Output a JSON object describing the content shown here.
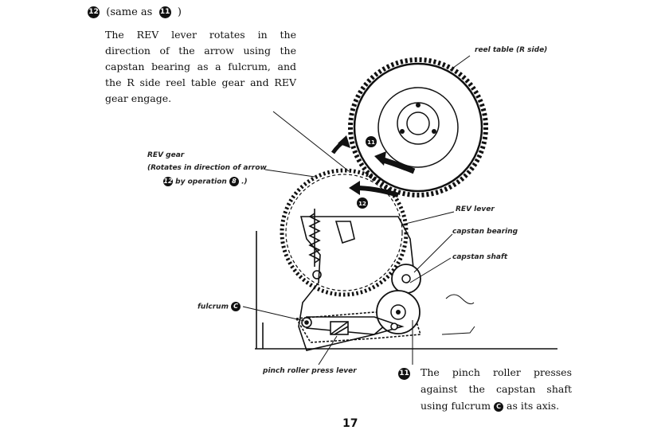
{
  "step12": {
    "number": "12",
    "same_as_prefix": "(same as",
    "same_as_ref": "11",
    "same_as_suffix": ")",
    "text": "The REV lever rotates in the direction of the arrow using the capstan bearing as a fulcrum, and the R side reel table gear and REV gear engage."
  },
  "labels": {
    "reel_table": "reel table (R side)",
    "rev_gear_line1": "REV gear",
    "rev_gear_line2": "(Rotates in direction of arrow",
    "rev_gear_line3_ref1": "12",
    "rev_gear_line3_text": "by operation",
    "rev_gear_line3_ref2": "8",
    "rev_gear_line3_end": ".)",
    "rev_lever": "REV lever",
    "capstan_bearing": "capstan bearing",
    "capstan_shaft": "capstan shaft",
    "fulcrum": "fulcrum",
    "fulcrum_ref": "C",
    "pinch_roller_press_lever": "pinch roller press lever",
    "marker_reel": "11",
    "marker_rev": "12"
  },
  "note11": {
    "number": "11",
    "text_part1": "The pinch roller presses against the capstan shaft using fulcrum",
    "ref": "C",
    "text_part2": "as its axis."
  },
  "page_number": "17"
}
